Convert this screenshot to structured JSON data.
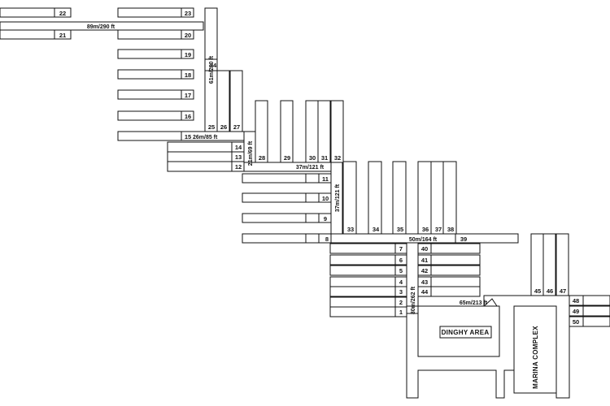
{
  "plan": {
    "berths": [
      "1",
      "2",
      "3",
      "4",
      "5",
      "6",
      "7",
      "8",
      "9",
      "10",
      "11",
      "12",
      "13",
      "14",
      "15",
      "16",
      "17",
      "18",
      "19",
      "20",
      "21",
      "22",
      "23",
      "24",
      "25",
      "26",
      "27",
      "28",
      "29",
      "30",
      "31",
      "32",
      "33",
      "34",
      "35",
      "36",
      "37",
      "38",
      "39",
      "40",
      "41",
      "42",
      "43",
      "44",
      "45",
      "46",
      "47",
      "48",
      "49",
      "50"
    ],
    "dimensions": [
      "89m/290 ft",
      "61m/200 ft",
      "26m/85 ft",
      "21m/69 ft",
      "37m/121 ft",
      "37m/121 ft",
      "50m/164 ft",
      "80m/262 ft",
      "65m/213 ft"
    ],
    "areas": {
      "dinghy": "DINGHY AREA",
      "marina_complex": "MARINA COMPLEX"
    }
  }
}
